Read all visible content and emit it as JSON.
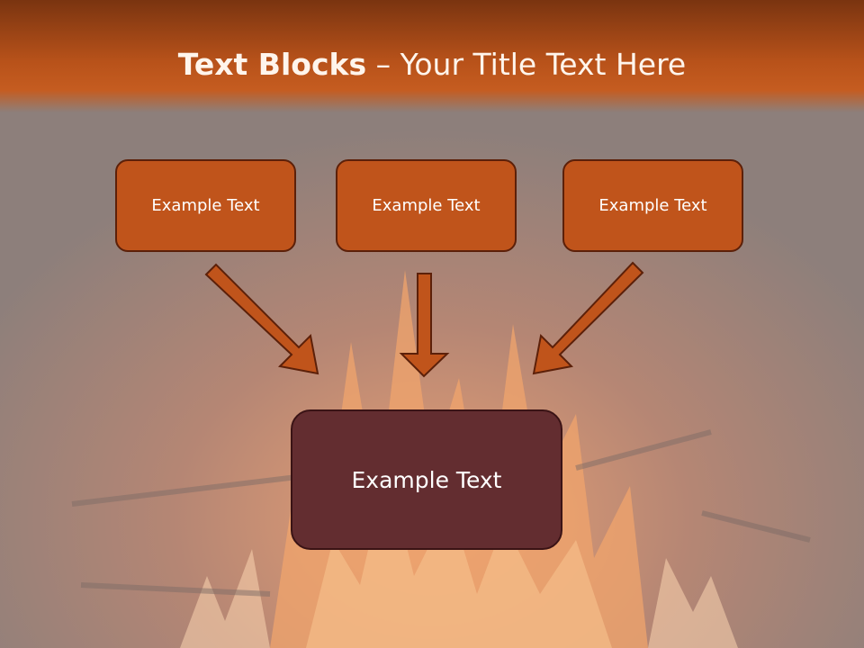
{
  "slide": {
    "title_bold": "Text Blocks",
    "title_sep": " – ",
    "title_rest": "Your Title Text Here"
  },
  "blocks": [
    {
      "label": "Example Text"
    },
    {
      "label": "Example Text"
    },
    {
      "label": "Example Text"
    }
  ],
  "main_block": {
    "label": "Example Text"
  },
  "colors": {
    "header": "#c55c20",
    "block_fill": "#c0541b",
    "block_border": "#5c2009",
    "main_fill": "#632d30",
    "arrow": "#c0541b"
  }
}
